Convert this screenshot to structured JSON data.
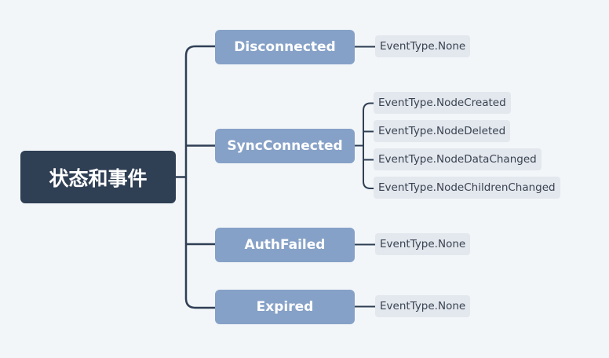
{
  "root": {
    "label": "状态和事件"
  },
  "states": [
    {
      "label": "Disconnected",
      "events": [
        "EventType.None"
      ]
    },
    {
      "label": "SyncConnected",
      "events": [
        "EventType.NodeCreated",
        "EventType.NodeDeleted",
        "EventType.NodeDataChanged",
        "EventType.NodeChildrenChanged"
      ]
    },
    {
      "label": "AuthFailed",
      "events": [
        "EventType.None"
      ]
    },
    {
      "label": "Expired",
      "events": [
        "EventType.None"
      ]
    }
  ],
  "colors": {
    "background": "#f2f6f9",
    "root_fill": "#2f3f54",
    "state_fill": "#86a1c7",
    "event_fill": "#e3e8ee",
    "connector": "#2f3f54"
  }
}
